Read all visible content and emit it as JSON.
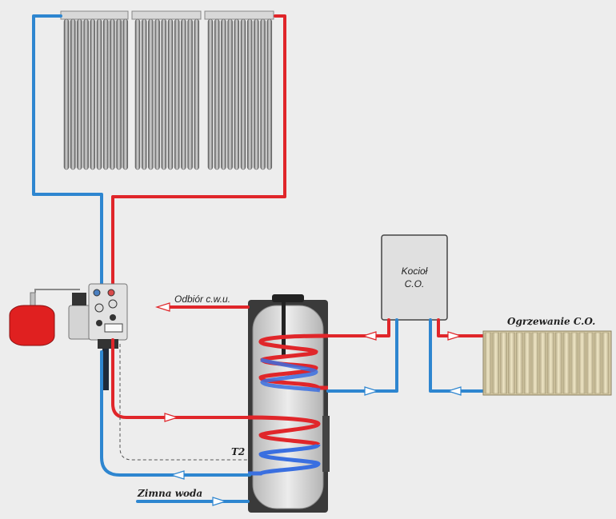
{
  "labels": {
    "hot_water_outlet": "Odbiór c.w.u.",
    "boiler_line1": "Kocioł",
    "boiler_line2": "C.O.",
    "heating": "Ogrzewanie C.O.",
    "cold_water": "Zimna woda",
    "sensor": "T2"
  },
  "colors": {
    "hot_pipe": "#e0262a",
    "cold_pipe": "#2e86d0",
    "background": "#ededed",
    "tank": "#c9c9c9",
    "expansion_vessel": "#e02020"
  },
  "collector": {
    "panels": 3
  }
}
